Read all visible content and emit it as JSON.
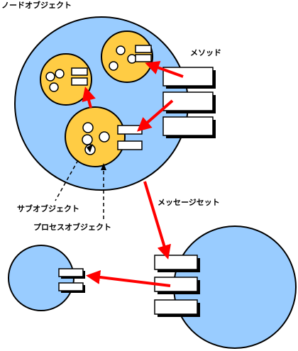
{
  "labels": {
    "node_object": "ノードオブジェクト",
    "method": "メソッド",
    "message_set": "メッセージセット",
    "sub_object": "サブオブジェクト",
    "process_object": "プロセスオブジェクト"
  },
  "colors": {
    "node_fill": "#99ccff",
    "object_fill": "#ffcc44",
    "arrow": "#ff0000",
    "outline": "#000000"
  }
}
